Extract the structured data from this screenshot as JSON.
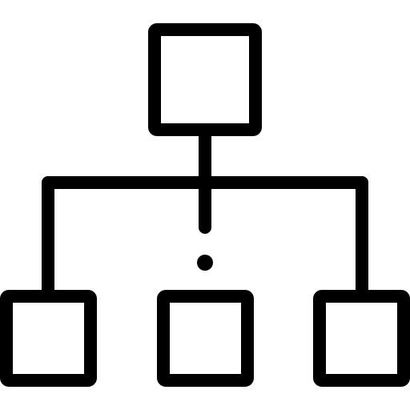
{
  "icon": {
    "name": "hierarchy-structure-icon",
    "stroke_color": "#000000",
    "background_color": "#ffffff",
    "nodes": [
      "top",
      "bottom-left",
      "bottom-middle",
      "bottom-right"
    ]
  }
}
